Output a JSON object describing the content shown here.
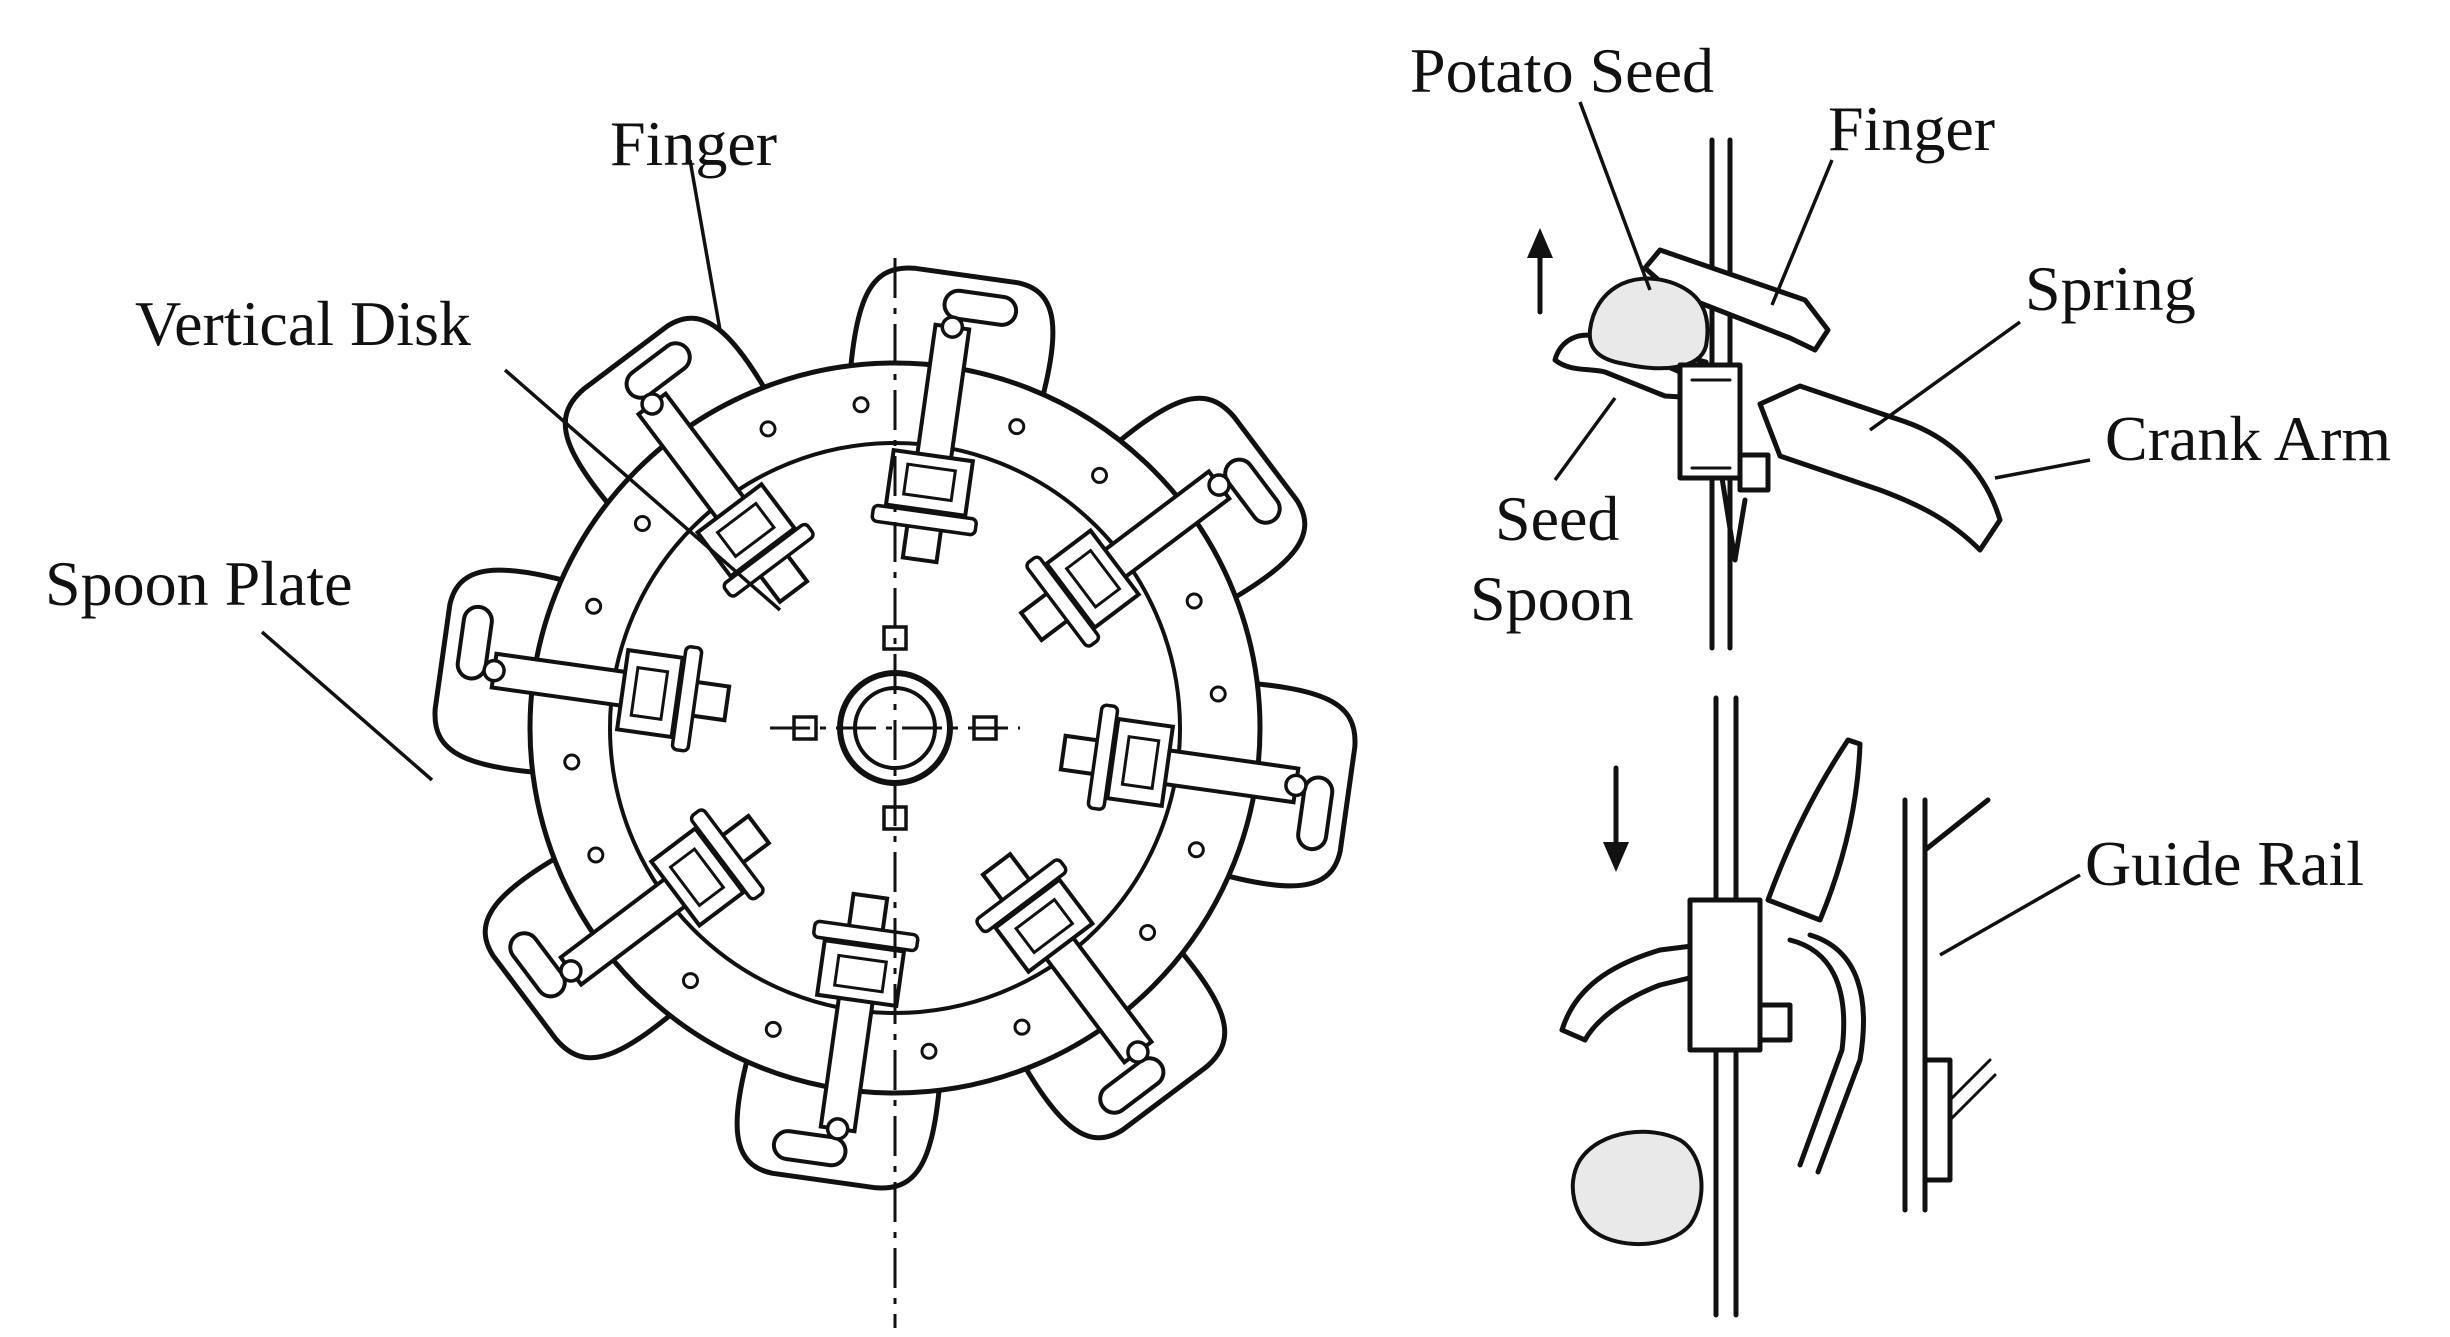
{
  "labels": {
    "finger_left": "Finger",
    "vertical_disk": "Vertical Disk",
    "spoon_plate": "Spoon Plate",
    "potato_seed": "Potato Seed",
    "finger_right": "Finger",
    "spring": "Spring",
    "crank_arm": "Crank Arm",
    "seed": "Seed",
    "spoon": "Spoon",
    "guide_rail": "Guide Rail"
  },
  "arrows": {
    "top": "up",
    "bottom": "down"
  },
  "colors": {
    "ink": "#111111",
    "background": "#ffffff"
  }
}
